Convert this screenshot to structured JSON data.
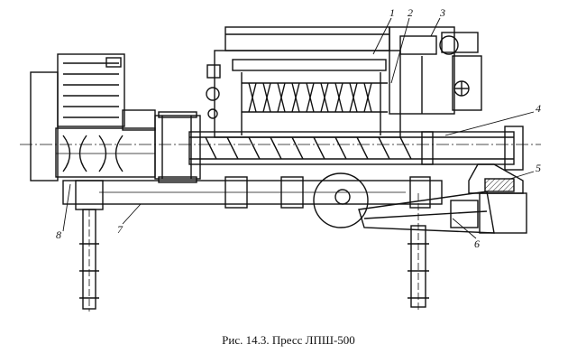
{
  "figure": {
    "caption": "Рис. 14.3. Пресс ЛПШ-500",
    "labels": {
      "l1": "1",
      "l2": "2",
      "l3": "3",
      "l4": "4",
      "l5": "5",
      "l6": "6",
      "l7": "7",
      "l8": "8"
    }
  }
}
